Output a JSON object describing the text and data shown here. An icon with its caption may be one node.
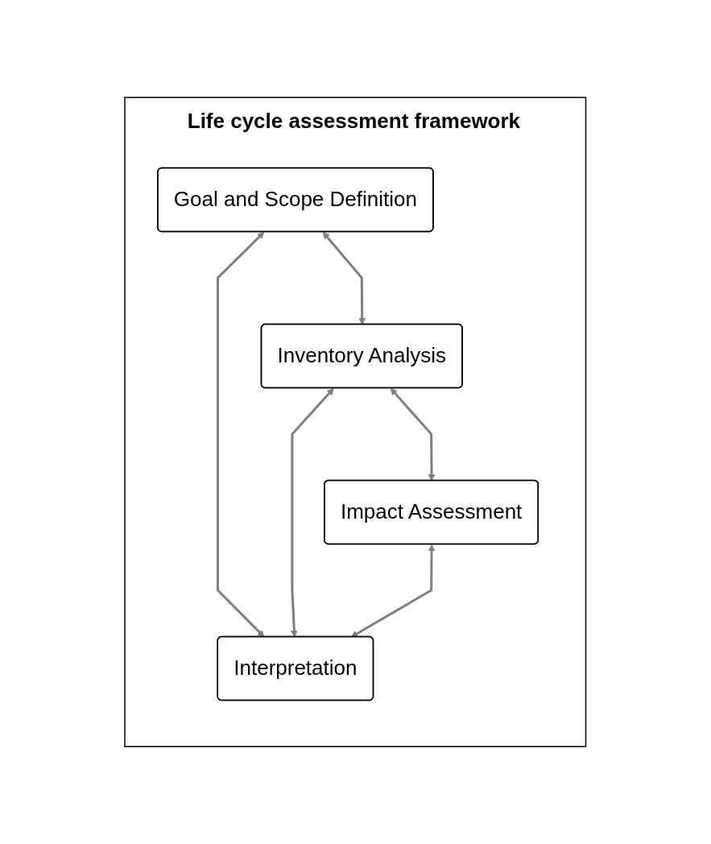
{
  "diagram": {
    "nodes": [
      {
        "text": [
          "Life cycle assessment framework"
        ]
      },
      {
        "text": [
          "Goal and Scope Definition"
        ],
        "in": 0
      },
      {
        "text": [
          "Inventory Analysis"
        ],
        "in": 0
      },
      {
        "text": [
          "Impact Assessment"
        ],
        "in": 0
      },
      {
        "text": [
          "Interpretation"
        ],
        "in": 0
      }
    ],
    "edges": [
      {
        "from": 1,
        "to": 4,
        "arrow": "both"
      },
      {
        "from": 1,
        "to": 2,
        "arrow": "both"
      },
      {
        "from": 2,
        "to": 4,
        "arrow": "both"
      },
      {
        "from": 2,
        "to": 3,
        "arrow": "both"
      },
      {
        "from": 3,
        "to": 4,
        "arrow": "both"
      }
    ]
  }
}
